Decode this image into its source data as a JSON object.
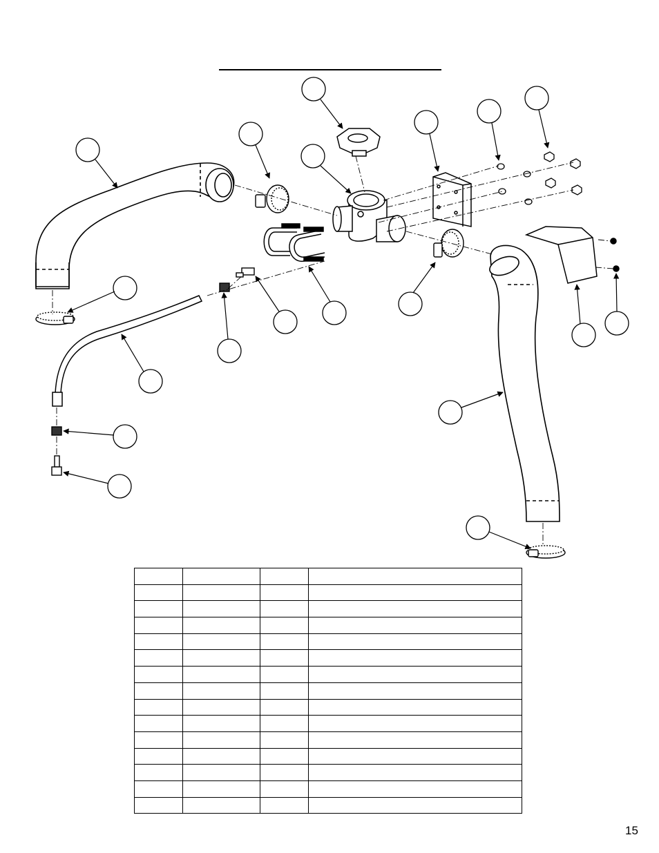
{
  "page": {
    "number": "15"
  },
  "parts_table": {
    "rows": [
      [
        "",
        "",
        "",
        ""
      ],
      [
        "",
        "",
        "",
        ""
      ],
      [
        "",
        "",
        "",
        ""
      ],
      [
        "",
        "",
        "",
        ""
      ],
      [
        "",
        "",
        "",
        ""
      ],
      [
        "",
        "",
        "",
        ""
      ],
      [
        "",
        "",
        "",
        ""
      ],
      [
        "",
        "",
        "",
        ""
      ],
      [
        "",
        "",
        "",
        ""
      ],
      [
        "",
        "",
        "",
        ""
      ],
      [
        "",
        "",
        "",
        ""
      ],
      [
        "",
        "",
        "",
        ""
      ],
      [
        "",
        "",
        "",
        ""
      ],
      [
        "",
        "",
        "",
        ""
      ],
      [
        "",
        "",
        "",
        ""
      ]
    ]
  },
  "diagram": {
    "callout_count": 19,
    "components": [
      "upper-radiator-hose",
      "lower-radiator-hose",
      "radiator-cap",
      "thermostat-housing",
      "mounting-plate",
      "u-bolt",
      "hose-clamp",
      "overflow-hose",
      "hose-barb-fitting",
      "petcock",
      "lock-nut",
      "flat-washer",
      "cover-bracket",
      "screw"
    ]
  }
}
